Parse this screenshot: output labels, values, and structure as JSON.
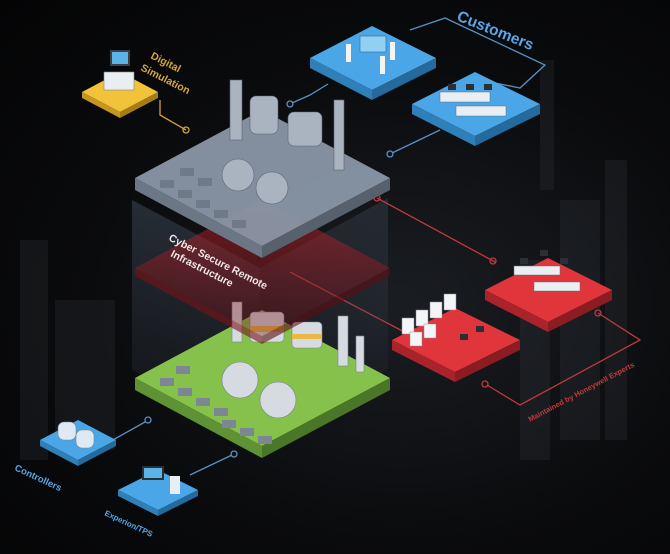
{
  "labels": {
    "digital_simulation": "Digital Simulation",
    "customers": "Customers",
    "cyber_secure": "Cyber Secure Remote Infrastructure",
    "maintained_by": "Maintained by Honeywell Experts",
    "controllers": "Controllers",
    "experion": "Experion/TPS"
  },
  "colors": {
    "yellow_tile": "#f2c23a",
    "blue_tile": "#4aa6e6",
    "grey_tile": "#8a97a6",
    "red_tile": "#e0353a",
    "green_tile": "#86c24b",
    "connector_blue": "#5b8fc2",
    "connector_red": "#c0393d",
    "connector_yellow": "#d4a53a"
  }
}
